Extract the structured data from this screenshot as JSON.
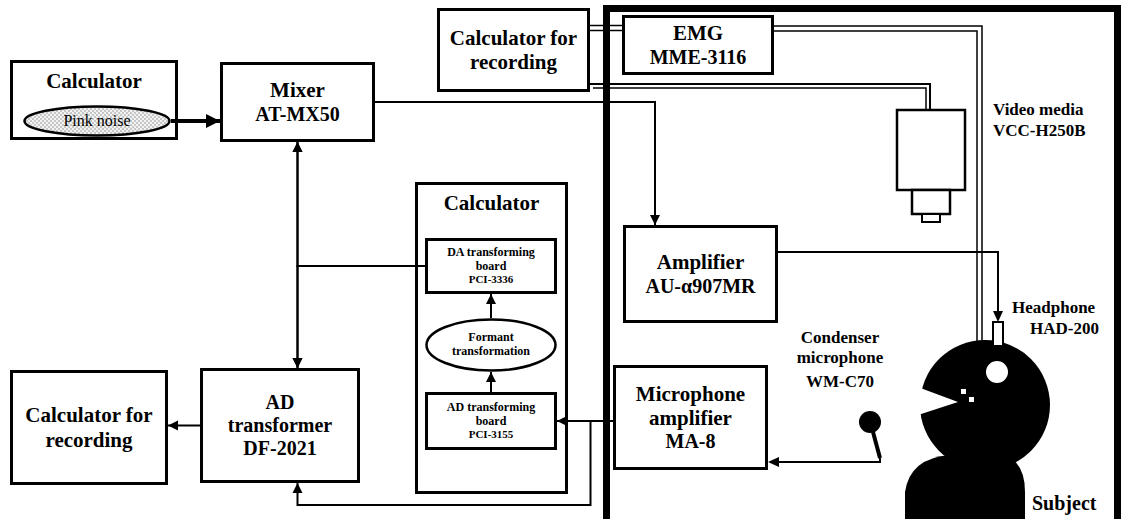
{
  "diagram": {
    "nodes": [
      {
        "text": [
          "Calculator"
        ]
      },
      {
        "text": [
          "Pink noise"
        ],
        "in": 0
      },
      {
        "text": [
          "Mixer",
          "AT-MX50"
        ]
      },
      {
        "text": [
          "Calculator for recording"
        ]
      },
      {
        "text": [
          "EMG",
          "MME-3116"
        ]
      },
      {
        "text": [
          "Calculator"
        ]
      },
      {
        "text": [
          "DA transforming board",
          "PCI-3336"
        ],
        "in": 5
      },
      {
        "text": [
          "Formant transformation"
        ],
        "in": 5
      },
      {
        "text": [
          "AD transforming board",
          "PCI-3155"
        ],
        "in": 5
      },
      {
        "text": [
          "Amplifier",
          "AU-α907MR"
        ]
      },
      {
        "text": [
          "Microphone amplifier",
          "MA-8"
        ]
      },
      {
        "text": [
          "Calculator for recording"
        ]
      },
      {
        "text": [
          "AD transformer",
          "DF-2021"
        ]
      }
    ],
    "edges": [
      {
        "from": 1,
        "to": 2,
        "arrow": "to"
      },
      {
        "from": 2,
        "to": 9,
        "arrow": "to"
      },
      {
        "from": 2,
        "to": 12,
        "arrow": "both"
      },
      {
        "from": 6,
        "to": 2,
        "arrow": "to"
      },
      {
        "from": 6,
        "to": 12,
        "arrow": "to"
      },
      {
        "from": 8,
        "to": 7,
        "arrow": "to"
      },
      {
        "from": 7,
        "to": 6,
        "arrow": "to"
      },
      {
        "from": 10,
        "to": 8,
        "arrow": "to"
      },
      {
        "from": 10,
        "to": 12,
        "arrow": "to"
      },
      {
        "from": 12,
        "to": 11,
        "arrow": "to"
      },
      {
        "from": 3,
        "to": 4,
        "arrow": "none"
      }
    ],
    "labels": [
      "Video media",
      "VCC-H250B",
      "Headphone",
      "HAD-200",
      "Condenser microphone",
      "WM-C70",
      "Subject"
    ]
  }
}
